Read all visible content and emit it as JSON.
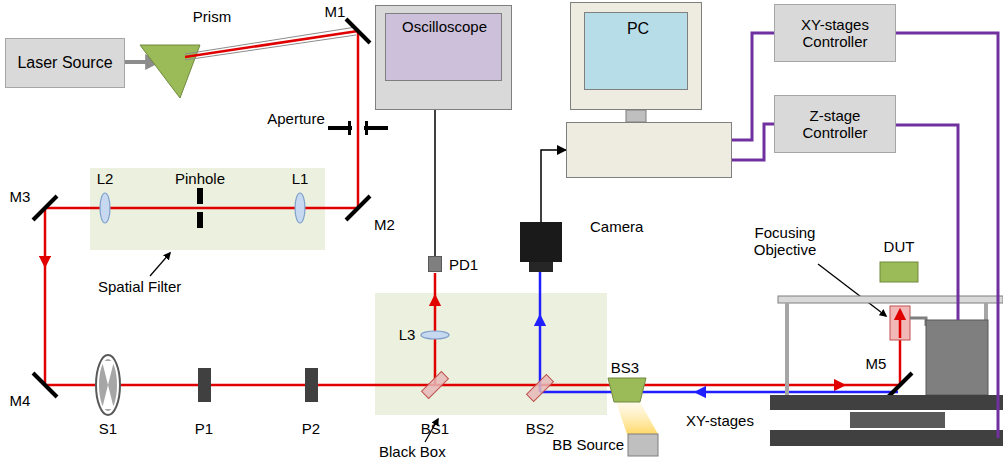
{
  "diagram": {
    "nodes": [
      {
        "text": [
          "Laser Source"
        ]
      },
      {
        "text": [
          "Oscilloscope"
        ]
      },
      {
        "text": [
          "PC"
        ]
      },
      {
        "text": [
          "XY-stages Controller"
        ]
      },
      {
        "text": [
          "Z-stage Controller"
        ]
      },
      {
        "text": [
          "Spatial Filter"
        ]
      },
      {
        "text": [
          "PD1"
        ]
      },
      {
        "text": [
          "Camera"
        ]
      },
      {
        "text": [
          "Black Box"
        ]
      }
    ],
    "edges": [
      {
        "from": 2,
        "to": 3,
        "arrow": "none"
      },
      {
        "from": 2,
        "to": 4,
        "arrow": "none"
      },
      {
        "from": 7,
        "to": 2,
        "arrow": "to"
      },
      {
        "from": 6,
        "to": 1,
        "arrow": "none"
      }
    ],
    "labels": [
      "Prism",
      "M1",
      "Aperture",
      "M2",
      "L1",
      "Pinhole",
      "L2",
      "M3",
      "M4",
      "S1",
      "P1",
      "P2",
      "L3",
      "BS1",
      "BS2",
      "BS3",
      "BB Source",
      "Focusing Objective",
      "DUT",
      "M5",
      "XY-stages"
    ]
  }
}
